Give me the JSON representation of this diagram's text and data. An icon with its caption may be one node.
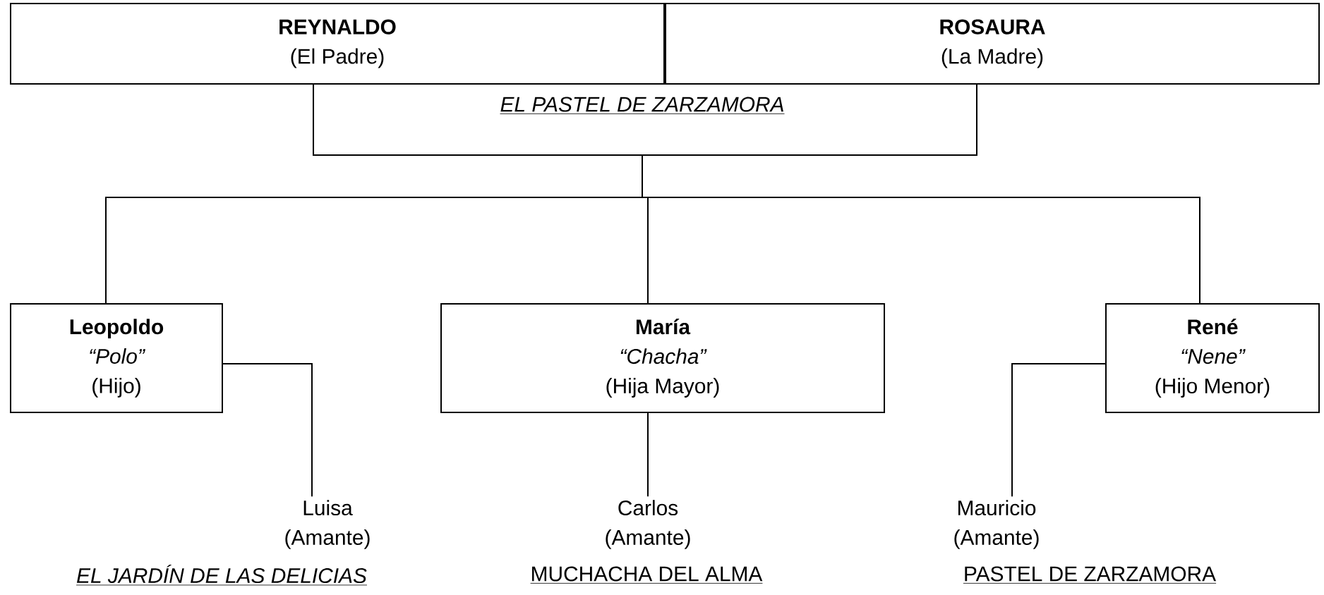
{
  "diagram": {
    "nodes": [
      {
        "text": [
          "REYNALDO",
          "(El Padre)"
        ]
      },
      {
        "text": [
          "ROSAURA",
          "(La Madre)"
        ]
      },
      {
        "text": [
          "Leopoldo",
          "“Polo”",
          "(Hijo)"
        ]
      },
      {
        "text": [
          "María",
          "“Chacha”",
          "(Hija Mayor)"
        ]
      },
      {
        "text": [
          "René",
          "“Nene”",
          "(Hijo Menor)"
        ]
      },
      {
        "text": [
          "Luisa",
          "(Amante)"
        ],
        "beside": [
          "EL JARDÍN DE LAS DELICIAS"
        ]
      },
      {
        "text": [
          "Carlos",
          "(Amante)"
        ],
        "beside": [
          "MUCHACHA DEL ALMA"
        ]
      },
      {
        "text": [
          "Mauricio",
          "(Amante)"
        ],
        "beside": [
          "PASTEL DE ZARZAMORA"
        ]
      }
    ],
    "edges": [
      {
        "from": 0,
        "to": 1,
        "arrow": "none"
      },
      {
        "from": 0,
        "to": 2,
        "arrow": "none"
      },
      {
        "from": 0,
        "to": 3,
        "arrow": "none"
      },
      {
        "from": 0,
        "to": 4,
        "arrow": "none"
      },
      {
        "from": 1,
        "to": 2,
        "arrow": "none"
      },
      {
        "from": 1,
        "to": 3,
        "arrow": "none"
      },
      {
        "from": 1,
        "to": 4,
        "arrow": "none"
      },
      {
        "from": 2,
        "to": 5,
        "arrow": "none"
      },
      {
        "from": 3,
        "to": 6,
        "arrow": "none"
      },
      {
        "from": 4,
        "to": 7,
        "arrow": "none"
      }
    ],
    "labels": [
      "EL PASTEL DE ZARZAMORA"
    ]
  }
}
